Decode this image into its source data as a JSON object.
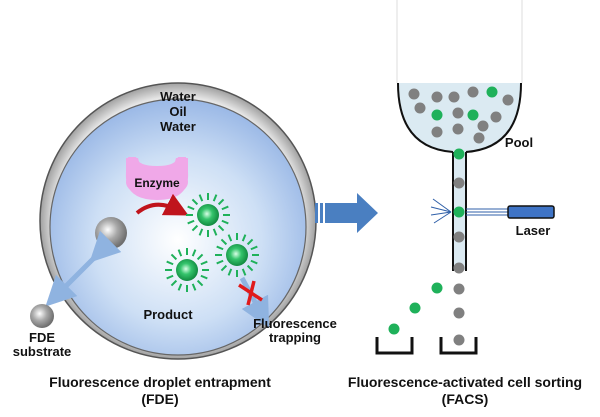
{
  "fde": {
    "layers": {
      "outer_water": "Water",
      "oil": "Oil",
      "inner_water": "Water"
    },
    "enzyme_label": "Enzyme",
    "product_label": "Product",
    "substrate_label_line1": "FDE",
    "substrate_label_line2": "substrate",
    "trapping_label_line1": "Fluorescence",
    "trapping_label_line2": "trapping",
    "caption_line1": "Fluorescence droplet entrapment",
    "caption_line2": "(FDE)"
  },
  "facs": {
    "pool_label": "Pool",
    "laser_label": "Laser",
    "caption_line1": "Fluorescence-activated cell sorting",
    "caption_line2": "(FACS)"
  },
  "colors": {
    "droplet_fill": "#b8cff0",
    "oil_ring": "#d0d0d0",
    "enzyme": "#f0a8e8",
    "product_green": "#1fb15a",
    "substrate_gray": "#8a8a8a",
    "arrow_blue": "#4a7fc1",
    "laser_blue": "#3f74c6",
    "block_red": "#e01a1a",
    "pool_liquid": "#dbeaf2"
  }
}
